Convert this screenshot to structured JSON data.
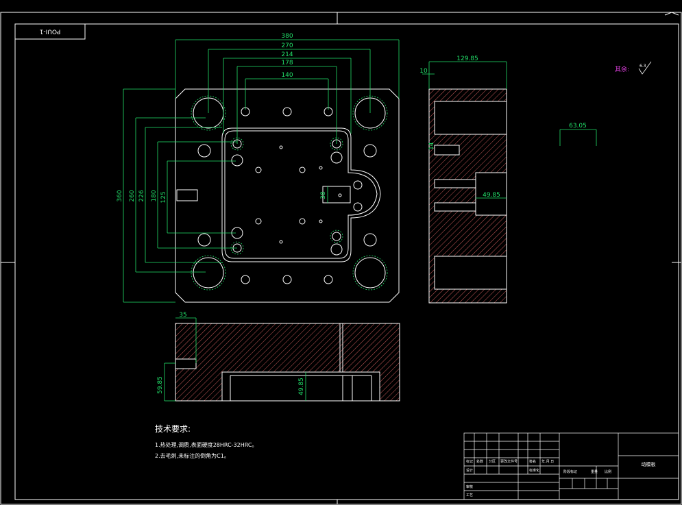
{
  "drawing": {
    "part_code": "POUI-1",
    "roughness_label": "其余:",
    "roughness_value": "6.3",
    "tech_title": "技术要求:",
    "tech_notes": [
      "1.热处理,调质,表面硬度28HRC-32HRC。",
      "2.去毛刺,未标注的倒角为C1。"
    ],
    "side_dim_label": "35"
  },
  "plan_dims": {
    "horizontal": [
      "380",
      "270",
      "214",
      "178",
      "140"
    ],
    "vertical": [
      "360",
      "260",
      "226",
      "180",
      "125"
    ],
    "pocket_width": "38"
  },
  "section_dims": {
    "top": "129.85",
    "left_small": "10",
    "depth": "49.85",
    "tiny_label": "14"
  },
  "bottom_dims": {
    "depth_left": "59.85",
    "depth_pocket": "49.85"
  },
  "detail_dim": "63.05",
  "title_block": {
    "part_name": "动模板",
    "row_labels": [
      "标记",
      "处数",
      "分区",
      "更改文件号",
      "签名",
      "年.月.日"
    ],
    "design_row": [
      "设计",
      "标准化"
    ],
    "extra_labels": [
      "审核",
      "工艺"
    ],
    "phase_labels": [
      "阶段标记",
      "重量",
      "比例"
    ]
  }
}
